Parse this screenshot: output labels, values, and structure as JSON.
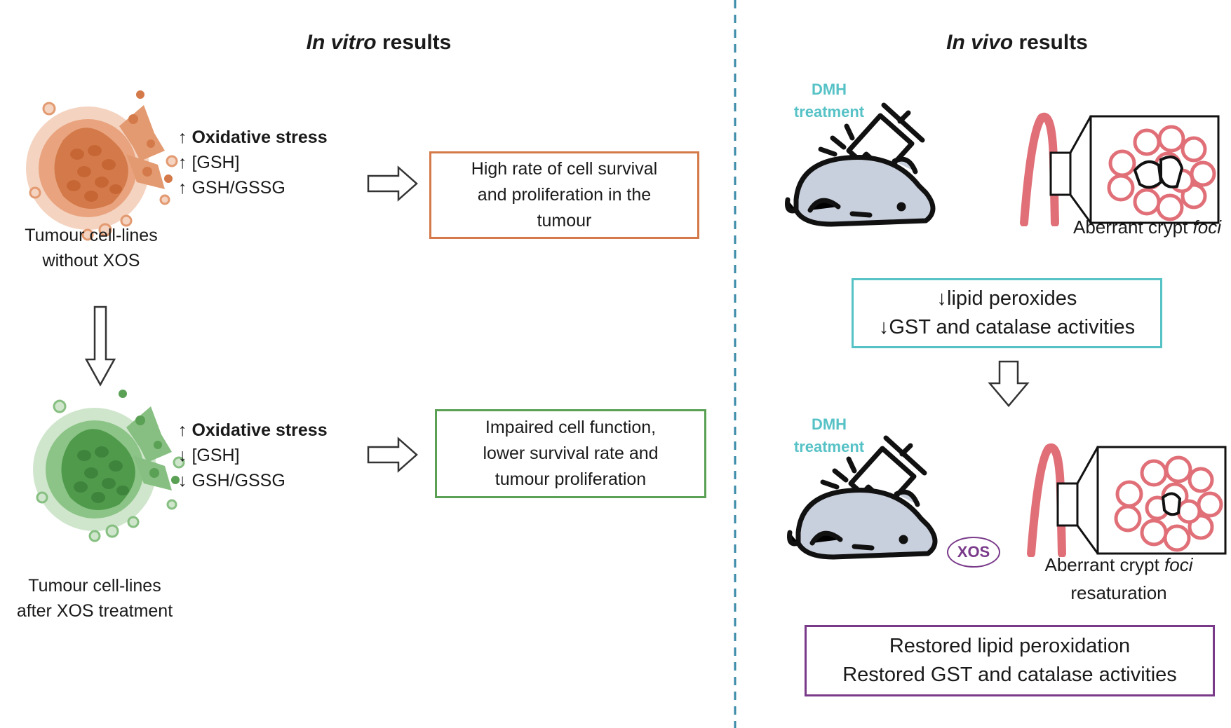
{
  "colors": {
    "orange": "#d47a4a",
    "green": "#5aa055",
    "teal": "#56c2c6",
    "purple": "#7a3a8a",
    "pink": "#e06f78",
    "mouse": "#c9d0dd",
    "divider": "#3a8aa8"
  },
  "left": {
    "heading_em": "In vitro",
    "heading_rest": " results",
    "top": {
      "caption_line1": "Tumour cell-lines",
      "caption_line2": "without XOS",
      "bullet1": "↑ Oxidative stress",
      "bullet2": "↑ [GSH]",
      "bullet3": "↑ GSH/GSSG",
      "result_line1": "High rate of cell survival",
      "result_line2": "and proliferation in the",
      "result_line3": "tumour"
    },
    "bottom": {
      "caption_line1": "Tumour cell-lines",
      "caption_line2": "after XOS treatment",
      "bullet1": "↑ Oxidative stress",
      "bullet2": "↓ [GSH]",
      "bullet3": "↓ GSH/GSSG",
      "result_line1": "Impaired cell function,",
      "result_line2": "lower survival rate and",
      "result_line3": "tumour proliferation"
    }
  },
  "right": {
    "heading_em": "In vivo",
    "heading_rest": " results",
    "top": {
      "dmh_line1": "DMH",
      "dmh_line2": "treatment",
      "acf_text": "Aberrant crypt ",
      "acf_em": "foci",
      "result_line1": "↓lipid peroxides",
      "result_line2": "↓GST and catalase activities"
    },
    "bottom": {
      "dmh_line1": "DMH",
      "dmh_line2": "treatment",
      "xos_label": "XOS",
      "acf_text": "Aberrant crypt ",
      "acf_em": "foci",
      "acf_line2": "resaturation",
      "result_line1": "Restored lipid peroxidation",
      "result_line2": "Restored GST and catalase activities"
    }
  }
}
